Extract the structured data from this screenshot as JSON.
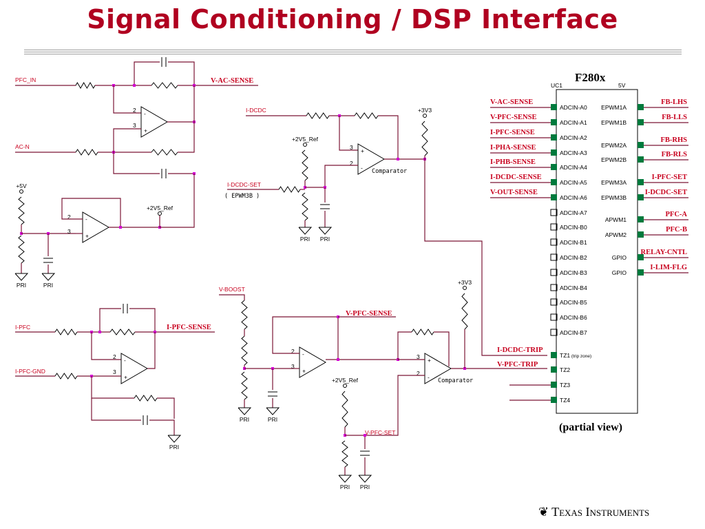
{
  "title": "Signal Conditioning / DSP Interface",
  "partial_view": "(partial view)",
  "logo_text": "Texas Instruments",
  "chip": {
    "name": "F280x",
    "ref": "UC1",
    "sub": "5V",
    "left_pins": [
      "ADCIN-A0",
      "ADCIN-A1",
      "ADCIN-A2",
      "ADCIN-A3",
      "ADCIN-A4",
      "ADCIN-A5",
      "ADCIN-A6",
      "ADCIN-A7",
      "ADCIN-B0",
      "ADCIN-B1",
      "ADCIN-B2",
      "ADCIN-B3",
      "ADCIN-B4",
      "ADCIN-B5",
      "ADCIN-B6",
      "ADCIN-B7",
      "TZ1 (trip zone)",
      "TZ2",
      "TZ3",
      "TZ4"
    ],
    "right_pins": [
      "EPWM1A",
      "EPWM1B",
      "EPWM2A",
      "EPWM2B",
      "EPWM3A",
      "EPWM3B",
      "APWM1",
      "APWM2",
      "GPIO",
      "GPIO"
    ],
    "adc_signals": [
      "V-AC-SENSE",
      "V-PFC-SENSE",
      "I-PFC-SENSE",
      "I-PHA-SENSE",
      "I-PHB-SENSE",
      "I-DCDC-SENSE",
      "V-OUT-SENSE"
    ],
    "trip_signals": [
      "I-DCDC-TRIP",
      "V-PFC-TRIP"
    ],
    "out_signals": [
      "FB-LHS",
      "FB-LLS",
      "FB-RHS",
      "FB-RLS",
      "I-PFC-SET",
      "I-DCDC-SET",
      "PFC-A",
      "PFC-B",
      "RELAY-CNTL",
      "I-LIM-FLG"
    ]
  },
  "circuit": {
    "pfc_in": "PFC_IN",
    "v_ac_sense": "V-AC-SENSE",
    "ac_n": "AC-N",
    "plus5v": "+5V",
    "ref_2v5": "+2V5_Ref",
    "pri": "PRI",
    "i_dcdc": "I-DCDC",
    "plus3v3": "+3V3",
    "comparator": "Comparator",
    "i_dcdc_set": "I-DCDC-SET",
    "epwm3b": "( EPWM3B )",
    "v_boost": "V-BOOST",
    "v_pfc_sense": "V-PFC-SENSE",
    "i_pfc": "I-PFC",
    "i_pfc_sense": "I-PFC-SENSE",
    "i_pfc_gnd": "I-PFC-GND",
    "v_pfc_set": "V-PFC-SET",
    "pin2": "2",
    "pin3": "3"
  }
}
